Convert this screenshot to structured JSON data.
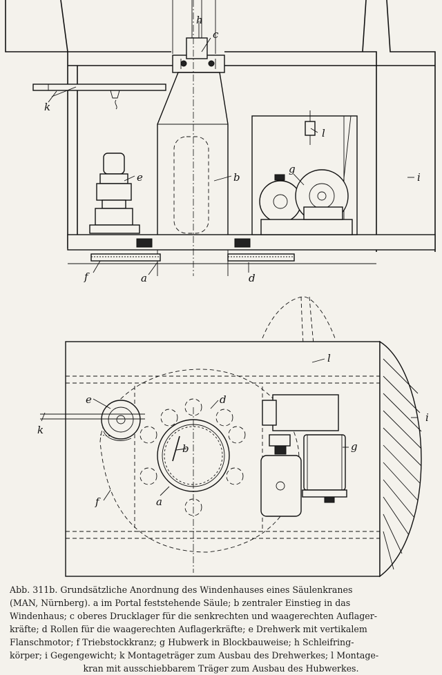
{
  "figure": {
    "labels": {
      "top_h": "h",
      "top_c": "c",
      "top_k": "k",
      "top_e": "e",
      "top_b": "b",
      "top_l": "l",
      "top_g": "g",
      "top_i": "i",
      "top_f": "f",
      "top_a": "a",
      "top_d": "d",
      "plan_l": "l",
      "plan_e": "e",
      "plan_d": "d",
      "plan_k": "k",
      "plan_b": "b",
      "plan_g": "g",
      "plan_i": "i",
      "plan_f": "f",
      "plan_a": "a"
    }
  },
  "caption": {
    "lines": [
      "Abb. 311b. Grundsätzliche Anordnung des Windenhauses eines Säulenkranes",
      "(MAN, Nürnberg). a im Portal feststehende Säule; b zentraler Einstieg in das",
      "Windenhaus; c oberes Drucklager für die senkrechten und waagerechten Auflager-",
      "kräfte; d Rollen für die waagerechten Auflagerkräfte; e Drehwerk mit vertikalem",
      "Flanschmotor; f Triebstockkranz; g Hubwerk in Blockbauweise; h Schleifring-",
      "körper; i Gegengewicht; k Montageträger zum Ausbau des Drehwerkes; l Montage-",
      "kran mit ausschiebbarem Träger zum Ausbau des Hubwerkes."
    ]
  }
}
